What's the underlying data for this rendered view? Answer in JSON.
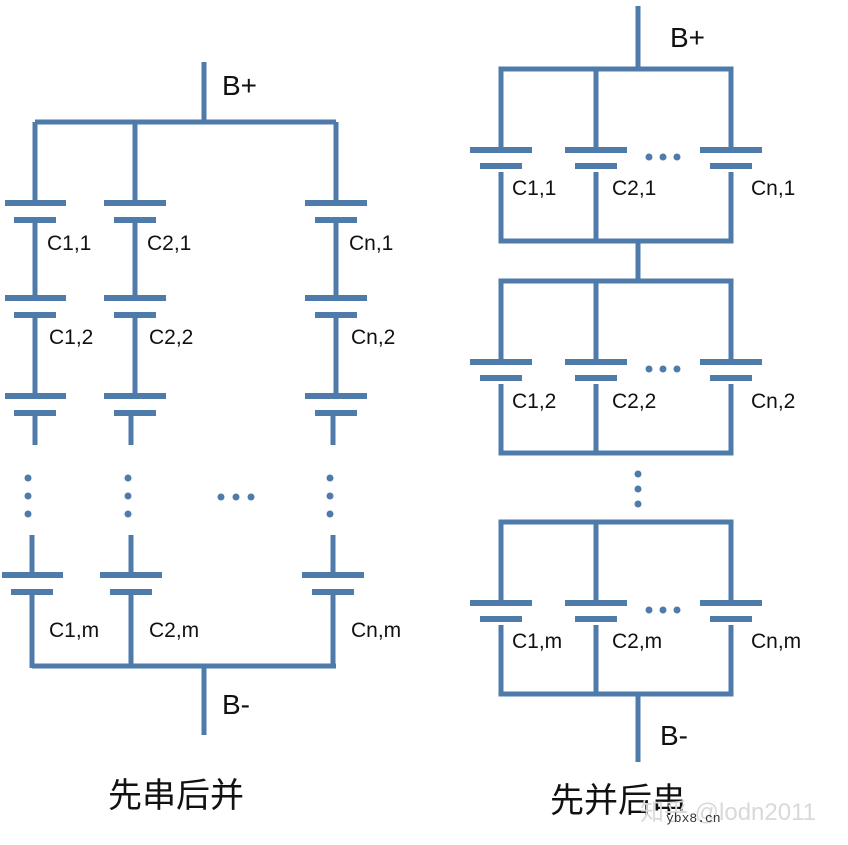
{
  "colors": {
    "wire": "#4f7bab",
    "text": "#111111",
    "watermark": "#d9d9d9"
  },
  "left": {
    "title": "先串后并",
    "terminal_pos": "B+",
    "terminal_neg": "B-",
    "ellipsis": "⋯",
    "labels": {
      "c11": "C1,1",
      "c21": "C2,1",
      "cn1": "Cn,1",
      "c12": "C1,2",
      "c22": "C2,2",
      "cn2": "Cn,2",
      "c1m": "C1,m",
      "c2m": "C2,m",
      "cnm": "Cn,m"
    }
  },
  "right": {
    "title": "先并后串",
    "terminal_pos": "B+",
    "terminal_neg": "B-",
    "ellipsis": "⋯",
    "labels": {
      "c11": "C1,1",
      "c21": "C2,1",
      "cn1": "Cn,1",
      "c12": "C1,2",
      "c22": "C2,2",
      "cn2": "Cn,2",
      "c1m": "C1,m",
      "c2m": "C2,m",
      "cnm": "Cn,m"
    }
  },
  "watermark": {
    "main": "知乎 @lodn2011",
    "site": "ybx8.cn"
  }
}
